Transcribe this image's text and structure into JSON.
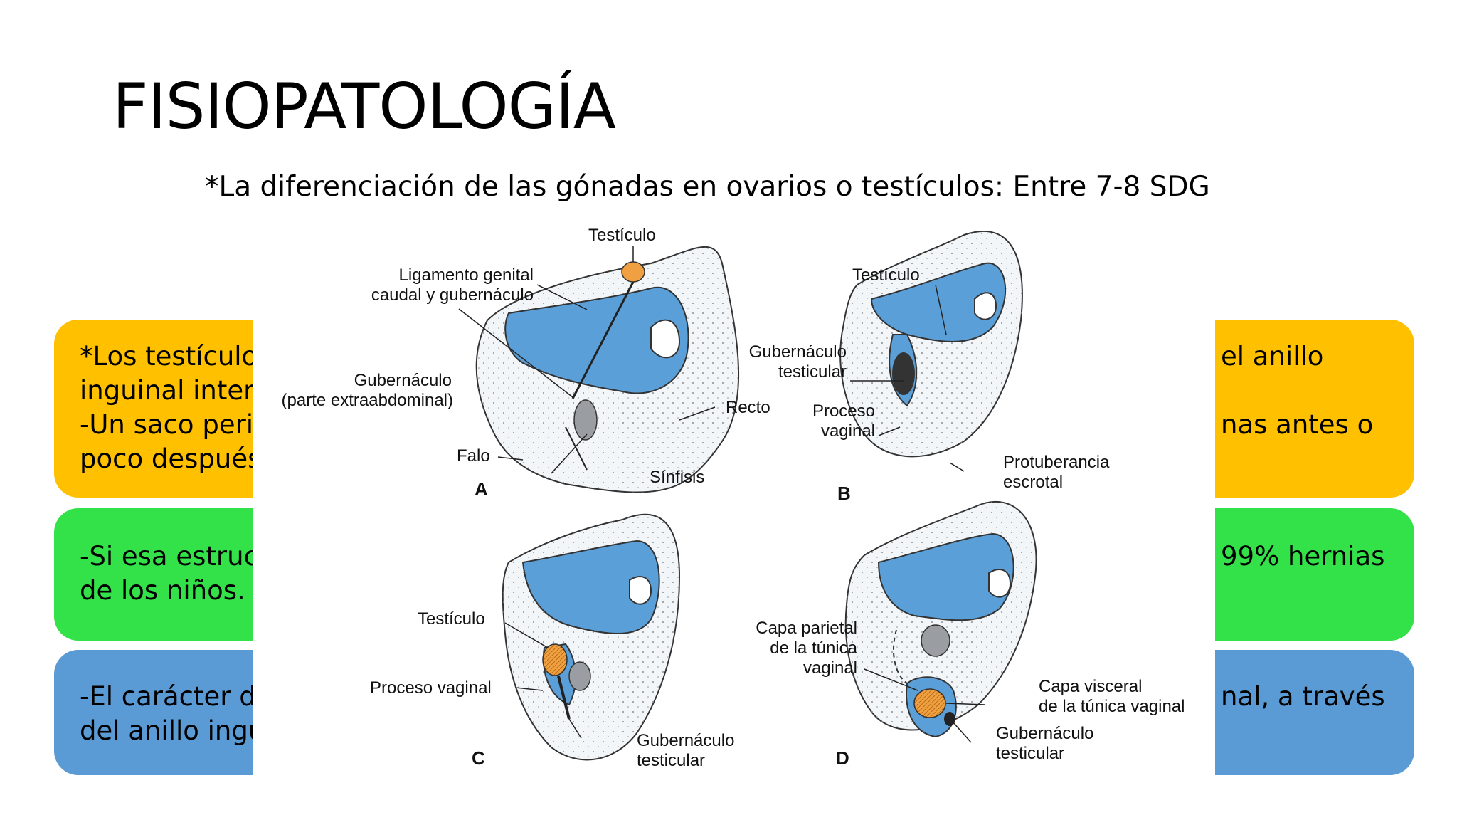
{
  "slide": {
    "title": "FISIOPATOLOGÍA",
    "subtitle": "*La diferenciación de las gónadas en ovarios o testículos: Entre 7-8 SDG"
  },
  "boxes": {
    "orange": {
      "color": "#FFC000",
      "left_lines": [
        "*Los testículo",
        "inguinal inter",
        "-Un saco perit",
        "poco después"
      ],
      "right_lines": [
        "el anillo",
        "",
        "nas antes o",
        ""
      ]
    },
    "green": {
      "color": "#33E249",
      "left_lines": [
        "-Si esa estruct",
        "de los niños."
      ],
      "right_lines": [
        "99% hernias",
        ""
      ]
    },
    "blue": {
      "color": "#5B9BD5",
      "left_lines": [
        "-El carácter de",
        "del anillo ingu"
      ],
      "right_lines": [
        "nal, a través",
        ""
      ]
    }
  },
  "diagram": {
    "colors": {
      "cavity": "#5B9FD8",
      "testis": "#F0A040",
      "tissue": "#F3F6F8"
    },
    "panels": {
      "A": {
        "letter": "A",
        "labels": {
          "testiculo": "Testículo",
          "ligamento": [
            "Ligamento genital",
            "caudal y gubernáculo"
          ],
          "gubernaculo": [
            "Gubernáculo",
            "(parte extraabdominal)"
          ],
          "falo": "Falo",
          "sinfisis": "Sínfisis",
          "recto": "Recto"
        }
      },
      "B": {
        "letter": "B",
        "labels": {
          "testiculo": "Testículo",
          "gubernaculo": [
            "Gubernáculo",
            "testicular"
          ],
          "proceso": [
            "Proceso",
            "vaginal"
          ],
          "protuberancia": [
            "Protuberancia",
            "escrotal"
          ]
        }
      },
      "C": {
        "letter": "C",
        "labels": {
          "testiculo": "Testículo",
          "proceso": "Proceso vaginal",
          "gubernaculo": [
            "Gubernáculo",
            "testicular"
          ]
        }
      },
      "D": {
        "letter": "D",
        "labels": {
          "capa_parietal": [
            "Capa parietal",
            "de la túnica",
            "vaginal"
          ],
          "capa_visceral": [
            "Capa visceral",
            "de la túnica vaginal"
          ],
          "gubernaculo": [
            "Gubernáculo",
            "testicular"
          ]
        }
      }
    }
  }
}
